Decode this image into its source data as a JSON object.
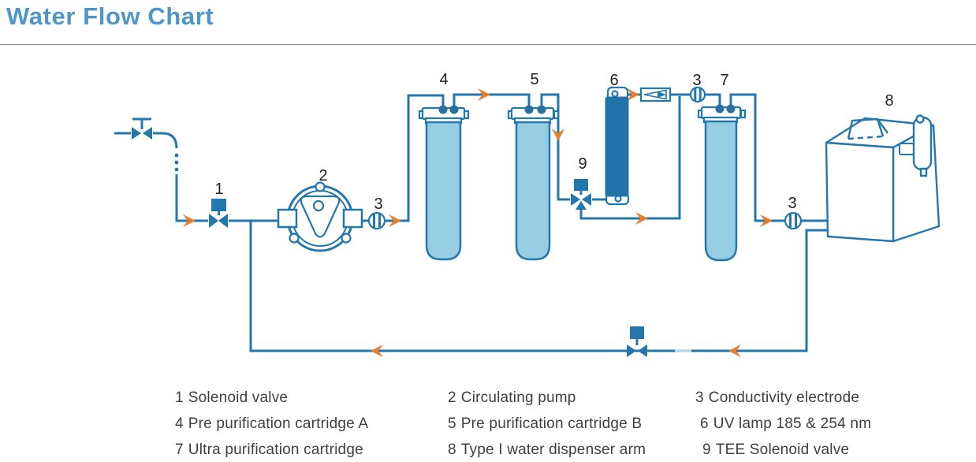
{
  "title": "Water Flow Chart",
  "colors": {
    "title_blue": "#4e96c9",
    "pipe_blue": "#2477ad",
    "cartridge_fill": "#97cde2",
    "uv_lamp_fill": "#2173aa",
    "arrow_orange": "#e87e2b",
    "legend_text": "#3d4043",
    "label_text": "#1f1f1f"
  },
  "diagram": {
    "labels": {
      "solenoid_valve": "1",
      "pump": "2",
      "electrode_a": "3",
      "cartridge_a": "4",
      "cartridge_b": "5",
      "uv_lamp": "6",
      "electrode_b": "3",
      "ultra_cartridge": "7",
      "dispenser": "8",
      "tee_valve": "9",
      "electrode_c": "3"
    }
  },
  "legend": {
    "items": [
      {
        "num": "1",
        "label": "Solenoid valve"
      },
      {
        "num": "2",
        "label": "Circulating pump"
      },
      {
        "num": "3",
        "label": "Conductivity electrode"
      },
      {
        "num": "4",
        "label": "Pre purification cartridge A"
      },
      {
        "num": "5",
        "label": "Pre purification cartridge B"
      },
      {
        "num": "6",
        "label": "UV lamp 185 & 254 nm"
      },
      {
        "num": "7",
        "label": "Ultra purification cartridge"
      },
      {
        "num": "8",
        "label": "Type I water dispenser arm"
      },
      {
        "num": "9",
        "label": "TEE Solenoid valve"
      }
    ]
  }
}
